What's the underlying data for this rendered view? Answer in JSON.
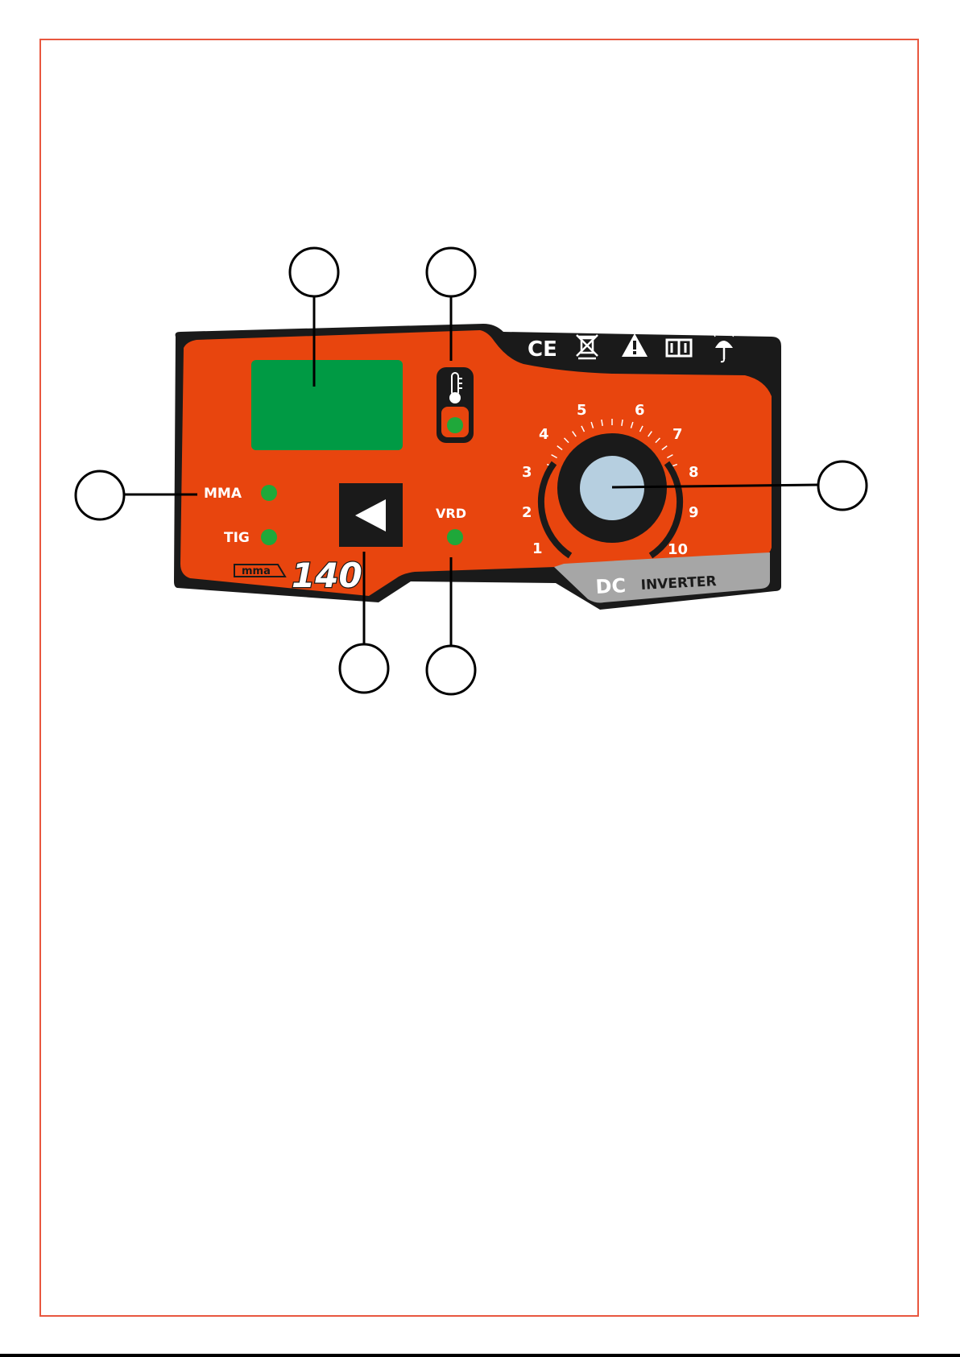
{
  "panel": {
    "mode_labels": {
      "mma": "MMA",
      "tig": "TIG",
      "vrd": "VRD"
    },
    "dial_numbers": [
      "1",
      "2",
      "3",
      "4",
      "5",
      "6",
      "7",
      "8",
      "9",
      "10"
    ],
    "model_badge": "mma",
    "model_number": "140",
    "strip_dc": "DC",
    "strip_inverter": "INVERTER",
    "ce_mark": "CE"
  },
  "colors": {
    "frame": "#e8573f",
    "panel_orange": "#e8450e",
    "panel_dark": "#1a1a1a",
    "display_green": "#009a44",
    "led_green": "#1fa83a",
    "knob_blue": "#b6cfe0",
    "strip_gray": "#a6a6a6",
    "label_white": "#ffffff"
  },
  "icons": {
    "top_symbols": [
      "ce-mark-icon",
      "weee-bin-icon",
      "warning-icon",
      "manual-icon",
      "umbrella-icon"
    ],
    "thermal": "thermometer-icon",
    "button": "left-arrow-icon"
  },
  "callouts": [
    "display-callout",
    "thermal-callout",
    "mode-callout",
    "knob-callout",
    "button-callout",
    "vrd-callout"
  ]
}
